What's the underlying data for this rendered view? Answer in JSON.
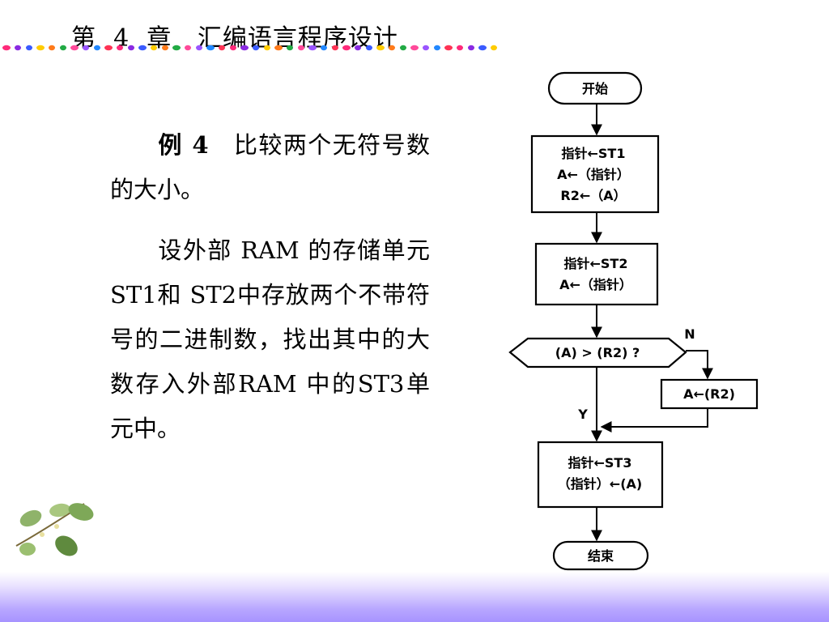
{
  "header": {
    "title": "第  4  章   汇编语言程序设计",
    "dot_colors": [
      "#ff2a7a",
      "#8a2be2",
      "#3a5bff",
      "#ffcc00",
      "#ff7a1a",
      "#22aa44",
      "#ff4a9a",
      "#9a55ff",
      "#2288ff",
      "#ff3355"
    ]
  },
  "content": {
    "example_label": "例 4",
    "example_text": "比较两个无符号数的大小。",
    "description": "设外部  RAM  的存储单元  ST1和  ST2中存放两个不带符号的二进制数，找出其中的大数存入外部RAM 中的ST3单元中。"
  },
  "flowchart": {
    "start": "开始",
    "box1_line1": "指针←ST1",
    "box1_line2": "A←（指针）",
    "box1_line3": "R2←（A）",
    "box2_line1": "指针←ST2",
    "box2_line2": "A←（指针）",
    "decision": "(A) > (R2) ?",
    "no_label": "N",
    "yes_label": "Y",
    "side_box": "A←(R2)",
    "box3_line1": "指针←ST3",
    "box3_line2": "（指针）←(A)",
    "end": "结束"
  },
  "colors": {
    "bottom_band": "#a793ff",
    "leaf_green": "#6f9a4a"
  }
}
